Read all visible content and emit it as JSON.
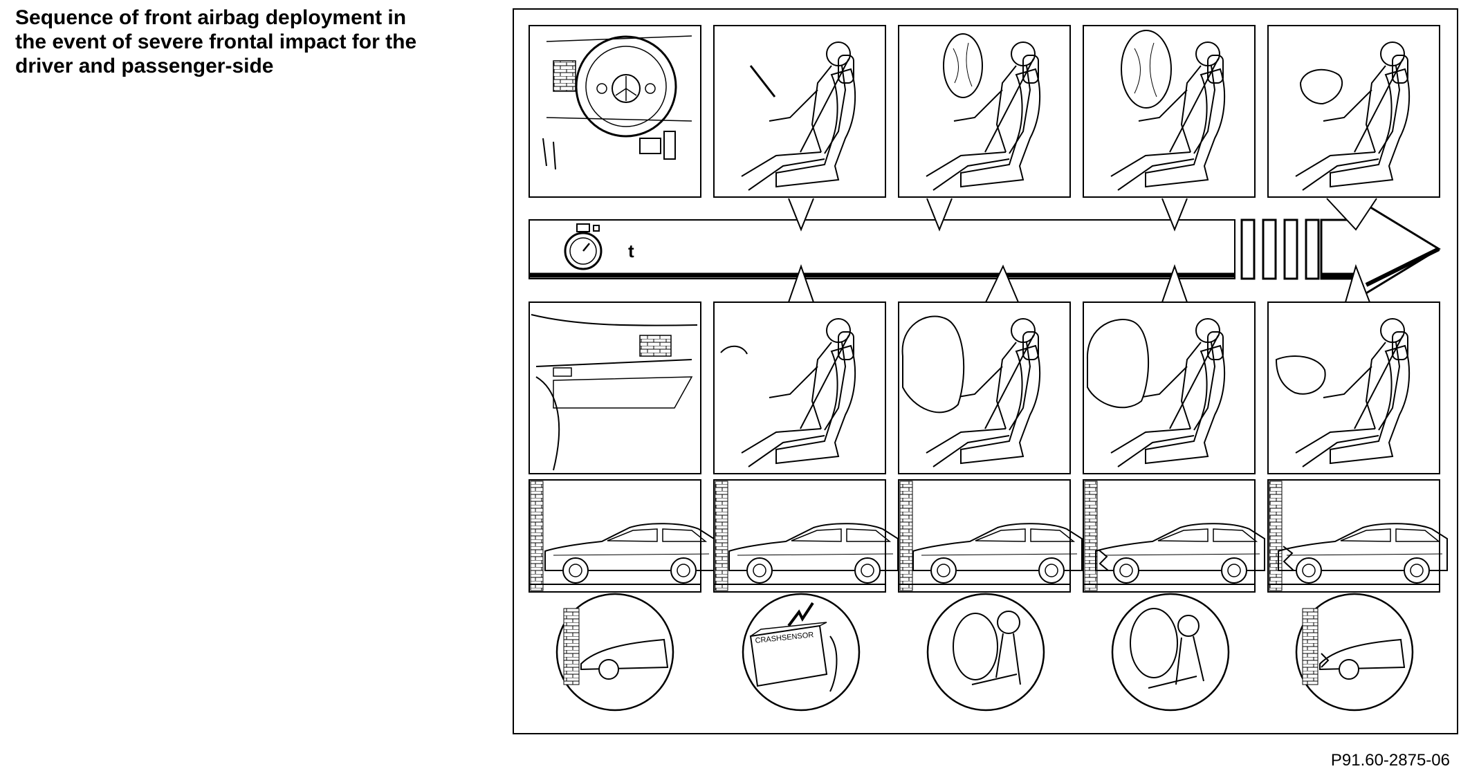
{
  "title_lines": [
    "Sequence of front airbag deployment in",
    "the event of severe frontal impact for the",
    "driver and passenger-side"
  ],
  "timeline_label": "t",
  "sensor_label": "CRASHSENSOR",
  "figure_code": "P91.60-2875-06",
  "stages": [
    {
      "driver": "dashboard",
      "passenger": "dashboard",
      "car": "at-wall",
      "detail": "car-wall"
    },
    {
      "driver": "seated",
      "passenger": "seated",
      "car": "impact",
      "detail": "crash-sensor"
    },
    {
      "driver": "airbag-inflating",
      "passenger": "airbag-inflating",
      "car": "impact",
      "detail": "occupant-airbag"
    },
    {
      "driver": "airbag-full",
      "passenger": "airbag-full",
      "car": "crushed",
      "detail": "occupant-airbag-full"
    },
    {
      "driver": "airbag-deflated",
      "passenger": "airbag-deflated",
      "car": "crushed",
      "detail": "car-crushed"
    }
  ],
  "colors": {
    "ink": "#000000",
    "paper": "#ffffff"
  }
}
